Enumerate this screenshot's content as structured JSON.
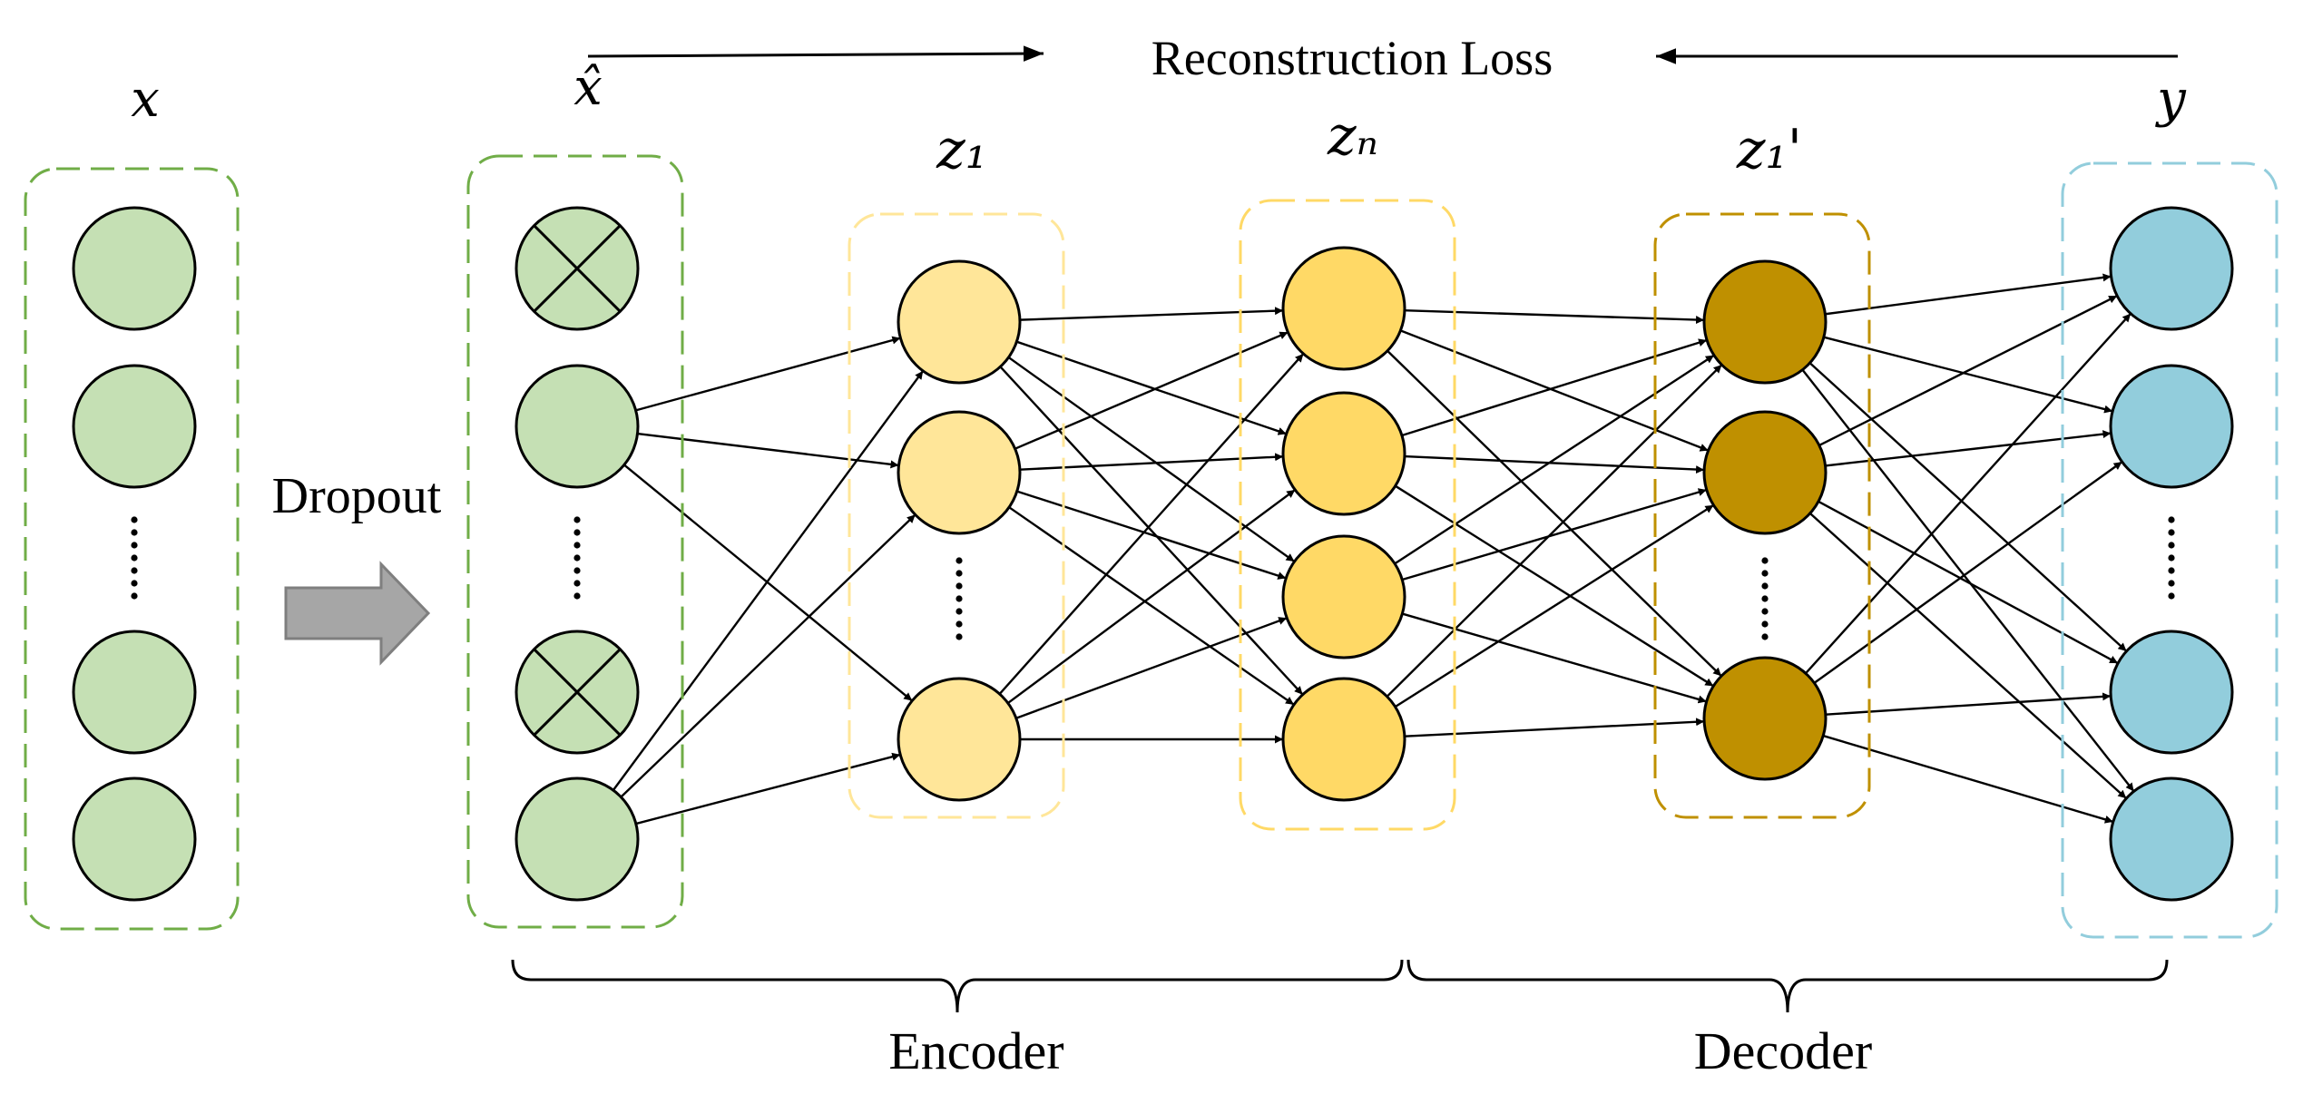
{
  "title": "Reconstruction Loss",
  "dropout_label": "Dropout",
  "encoder_label": "Encoder",
  "decoder_label": "Decoder",
  "layers": [
    {
      "id": "input",
      "label": "x",
      "fill": "#c5e0b4",
      "box_color": "#70ad47",
      "nodes": [
        "node",
        "node",
        "dots",
        "node",
        "node"
      ]
    },
    {
      "id": "corrupted",
      "label": "x̂",
      "fill": "#c5e0b4",
      "box_color": "#70ad47",
      "nodes": [
        "dropped",
        "node",
        "dots",
        "dropped",
        "node"
      ]
    },
    {
      "id": "z1",
      "label": "z₁",
      "fill": "#ffe699",
      "box_color": "#ffe699",
      "nodes": [
        "node",
        "node",
        "dots",
        "node"
      ]
    },
    {
      "id": "zn",
      "label": "zₙ",
      "fill": "#ffd966",
      "box_color": "#ffd966",
      "nodes": [
        "node",
        "node",
        "node",
        "node"
      ]
    },
    {
      "id": "z1prime",
      "label": "z₁'",
      "fill": "#bf9000",
      "box_color": "#bf9000",
      "nodes": [
        "node",
        "node",
        "dots",
        "node"
      ]
    },
    {
      "id": "output",
      "label": "y",
      "fill": "#92cddc",
      "box_color": "#92cddc",
      "nodes": [
        "node",
        "node",
        "dots",
        "node",
        "node"
      ]
    }
  ],
  "colors": {
    "stroke": "#000000",
    "arrow_fill": "#a6a6a6",
    "arrow_stroke": "#7f7f7f"
  }
}
